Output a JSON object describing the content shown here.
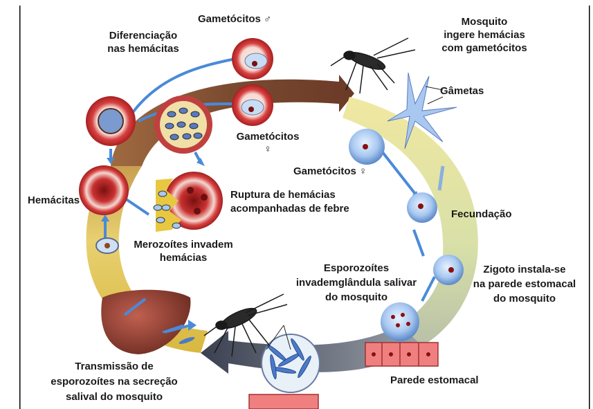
{
  "labels": {
    "gametocitos_male": "Gametócitos ♂",
    "diferenciacao_l1": "Diferenciação",
    "diferenciacao_l2": "nas hemácitas",
    "mosquito_l1": "Mosquito",
    "mosquito_l2": "ingere hemácias",
    "mosquito_l3": "com gametócitos",
    "gametas": "Gâmetas",
    "gametocitos_female_top_l1": "Gametócitos",
    "gametocitos_female_top_l2": "♀",
    "gametocitos_female_right": "Gametócitos ♀",
    "hemacitas": "Hemácitas",
    "ruptura_l1": "Ruptura de hemácias",
    "ruptura_l2": "acompanhadas de febre",
    "fecundacao": "Fecundação",
    "merozoites_l1": "Merozoítes invadem",
    "merozoites_l2": "hemácias",
    "esporozoites_l1": "Esporozoítes",
    "esporozoites_l2": "invademglândula salivar",
    "esporozoites_l3": "do mosquito",
    "zigoto_l1": "Zigoto instala-se",
    "zigoto_l2": "na parede estomacal",
    "zigoto_l3": "do mosquito",
    "transmissao_l1": "Transmissão de",
    "transmissao_l2": "esporozoítes na secreção",
    "transmissao_l3": "salival do mosquito",
    "parede": "Parede estomacal"
  },
  "colors": {
    "cycle_brown": "#8a5a3a",
    "cycle_yellow": "#e8d878",
    "cycle_green": "#c8d8a0",
    "cycle_gray": "#555a66",
    "rbc_red": "#c83030",
    "cell_blue": "#8fb8e8",
    "arrow_blue": "#4a8ad8"
  }
}
